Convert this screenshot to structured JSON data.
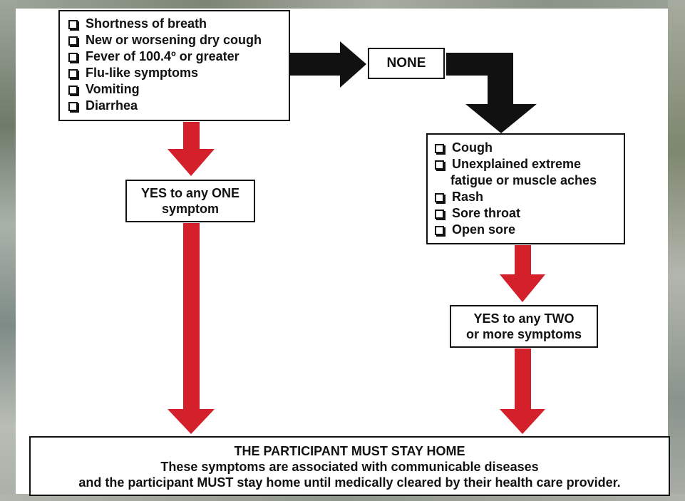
{
  "primary_symptoms": {
    "items": [
      "Shortness of breath",
      "New or worsening dry cough",
      "Fever of 100.4º or greater",
      "Flu-like symptoms",
      "Vomiting",
      "Diarrhea"
    ]
  },
  "none_label": "NONE",
  "secondary_symptoms": {
    "items": [
      "Cough",
      "Unexplained extreme",
      "Rash",
      "Sore throat",
      "Open sore"
    ],
    "continuation": "fatigue or muscle aches"
  },
  "yes_one": {
    "line1": "YES to any ONE",
    "line2": "symptom"
  },
  "yes_two": {
    "line1": "YES to any TWO",
    "line2": "or more symptoms"
  },
  "final": {
    "title": "THE PARTICIPANT MUST STAY HOME",
    "line1": "These symptoms are associated with communicable diseases",
    "line2": "and the participant MUST stay home until medically cleared by their health care provider."
  },
  "colors": {
    "red_arrow": "#d3202a",
    "black_arrow": "#111111",
    "border": "#111111"
  }
}
